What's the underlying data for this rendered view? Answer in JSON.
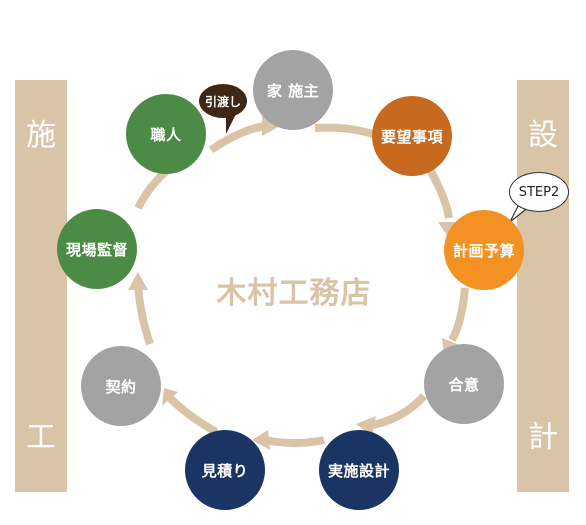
{
  "side_left": {
    "top_char": "施",
    "bottom_char": "工"
  },
  "side_right": {
    "top_char": "設",
    "bottom_char": "計"
  },
  "center_logo": "木村工務店",
  "callouts": {
    "handover": "引渡し",
    "step": "STEP2"
  },
  "nodes": [
    {
      "label": "家 施主",
      "color": "#a3a3a3"
    },
    {
      "label": "要望事項",
      "color": "#c7691f"
    },
    {
      "label": "計画予算",
      "color": "#f39223"
    },
    {
      "label": "合意",
      "color": "#a3a3a3"
    },
    {
      "label": "実施設計",
      "color": "#1a3563"
    },
    {
      "label": "見積り",
      "color": "#1a3563"
    },
    {
      "label": "契約",
      "color": "#a3a3a3"
    },
    {
      "label": "現場監督",
      "color": "#4b8b45"
    },
    {
      "label": "職人",
      "color": "#4b8b45"
    }
  ],
  "colors": {
    "ring": "#d9c4a8",
    "side_bar": "#d9c4a8"
  }
}
